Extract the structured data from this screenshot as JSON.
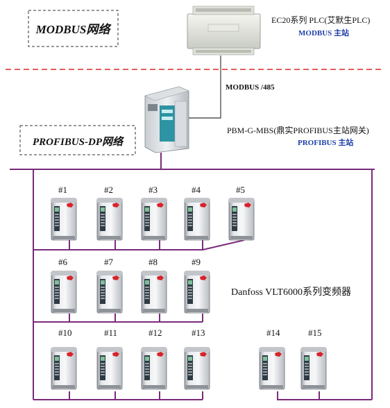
{
  "networks": {
    "modbus_label": "MODBUS网络",
    "profibus_label": "PROFIBUS-DP网络"
  },
  "plc": {
    "title": "EC20系列 PLC(艾默生PLC)",
    "role": "MODBUS 主站"
  },
  "link": {
    "label": "MODBUS /485"
  },
  "gateway": {
    "title": "PBM-G-MBS(鼎实PROFIBUS主站网关)",
    "role": "PROFIBUS 主站"
  },
  "drives": {
    "series_label": "Danfoss VLT6000系列变频器",
    "row1": [
      "#1",
      "#2",
      "#3",
      "#4",
      "#5"
    ],
    "row2": [
      "#6",
      "#7",
      "#8",
      "#9"
    ],
    "row3": [
      "#10",
      "#11",
      "#12",
      "#13"
    ],
    "row4": [
      "#14",
      "#15"
    ]
  },
  "colors": {
    "bus": "#7a2a7a",
    "divider": "#d8282a",
    "role_text": "#1f3fa8"
  }
}
